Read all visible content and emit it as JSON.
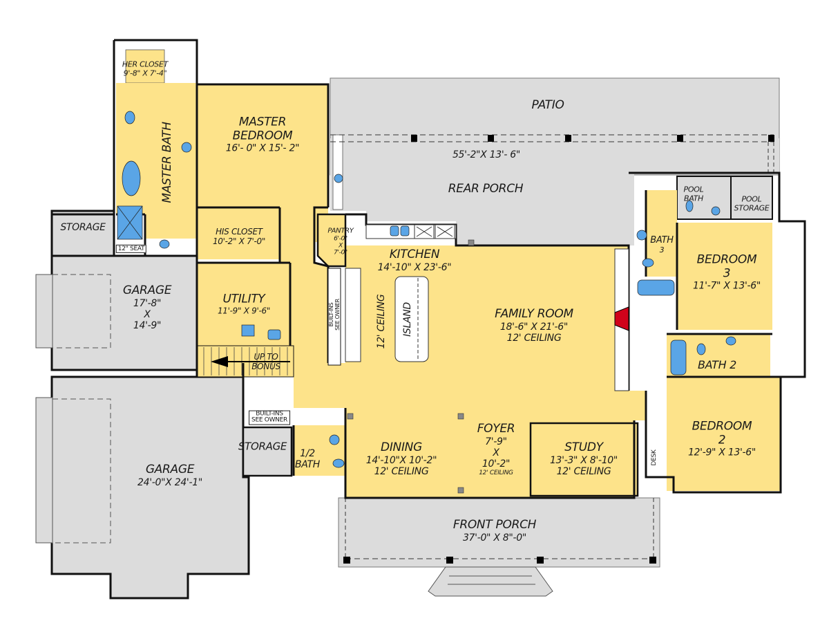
{
  "plan": {
    "colors": {
      "living": "#fde38a",
      "exterior": "#dcdcdc",
      "wall": "#111111",
      "fixture": "#5aa5e6",
      "fireplace": "#d0021b",
      "background": "#ffffff"
    },
    "rooms": {
      "her_closet": {
        "name": "HER CLOSET",
        "size": "9'-8\" X 7'-4\""
      },
      "master_bath": {
        "name": "MASTER BATH"
      },
      "shower_seat": {
        "name": "12\" SEAT"
      },
      "master_bedroom": {
        "name_line1": "MASTER",
        "name_line2": "BEDROOM",
        "size": "16'- 0\" X 15'- 2\""
      },
      "his_closet": {
        "name": "HIS CLOSET",
        "size": "10'-2\" X 7'-0\""
      },
      "storage_upper": {
        "name": "STORAGE"
      },
      "garage_small": {
        "name": "GARAGE",
        "size_line1": "17'-8\"",
        "size_line2": "X",
        "size_line3": "14'-9\""
      },
      "utility": {
        "name": "UTILITY",
        "size": "11'-9\" X 9'-6\""
      },
      "stairs": {
        "line1": "UP TO",
        "line2": "BONUS"
      },
      "patio": {
        "name": "PATIO"
      },
      "rear_porch": {
        "name": "REAR PORCH",
        "size": "55'-2\"X 13'- 6\""
      },
      "pantry": {
        "name": "PANTRY",
        "size_line1": "6'-0\"",
        "size_line2": "X",
        "size_line3": "7'-0\""
      },
      "kitchen": {
        "name": "KITCHEN",
        "size": "14'-10\" X 23'-6\"",
        "ceiling": "12' CEILING"
      },
      "kitchen_builtins": {
        "line1": "BUILT-INS",
        "line2": "SEE OWNER"
      },
      "island": {
        "name": "ISLAND"
      },
      "family_room": {
        "name": "FAMILY ROOM",
        "size": "18'-6\" X 21'-6\"",
        "ceiling": "12' CEILING"
      },
      "pool_bath": {
        "line1": "POOL",
        "line2": "BATH"
      },
      "pool_storage": {
        "line1": "POOL",
        "line2": "STORAGE"
      },
      "bath3": {
        "line1": "BATH",
        "line2": "3"
      },
      "bedroom3": {
        "name": "BEDROOM",
        "number": "3",
        "size": "11'-7\" X 13'-6\""
      },
      "bath2": {
        "name": "BATH 2"
      },
      "bedroom2": {
        "name": "BEDROOM",
        "number": "2",
        "size": "12'-9\" X 13'-6\""
      },
      "desk": {
        "name": "DESK"
      },
      "garage_large": {
        "name": "GARAGE",
        "size": "24'-0\"X 24'-1\""
      },
      "storage_lower": {
        "name": "STORAGE"
      },
      "hall_builtins": {
        "line1": "BUILT-INS",
        "line2": "SEE OWNER"
      },
      "half_bath": {
        "line1": "1/2",
        "line2": "BATH"
      },
      "dining": {
        "name": "DINING",
        "size": "14'-10\"X 10'-2\"",
        "ceiling": "12' CEILING"
      },
      "foyer": {
        "name": "FOYER",
        "size_line1": "7'-9\"",
        "size_line2": "X",
        "size_line3": "10'-2\"",
        "ceiling": "12' CEILING"
      },
      "study": {
        "name": "STUDY",
        "size": "13'-3\" X 8'-10\"",
        "ceiling": "12' CEILING"
      },
      "front_porch": {
        "name": "FRONT PORCH",
        "size": "37'-0\" X 8\"-0\""
      }
    }
  }
}
